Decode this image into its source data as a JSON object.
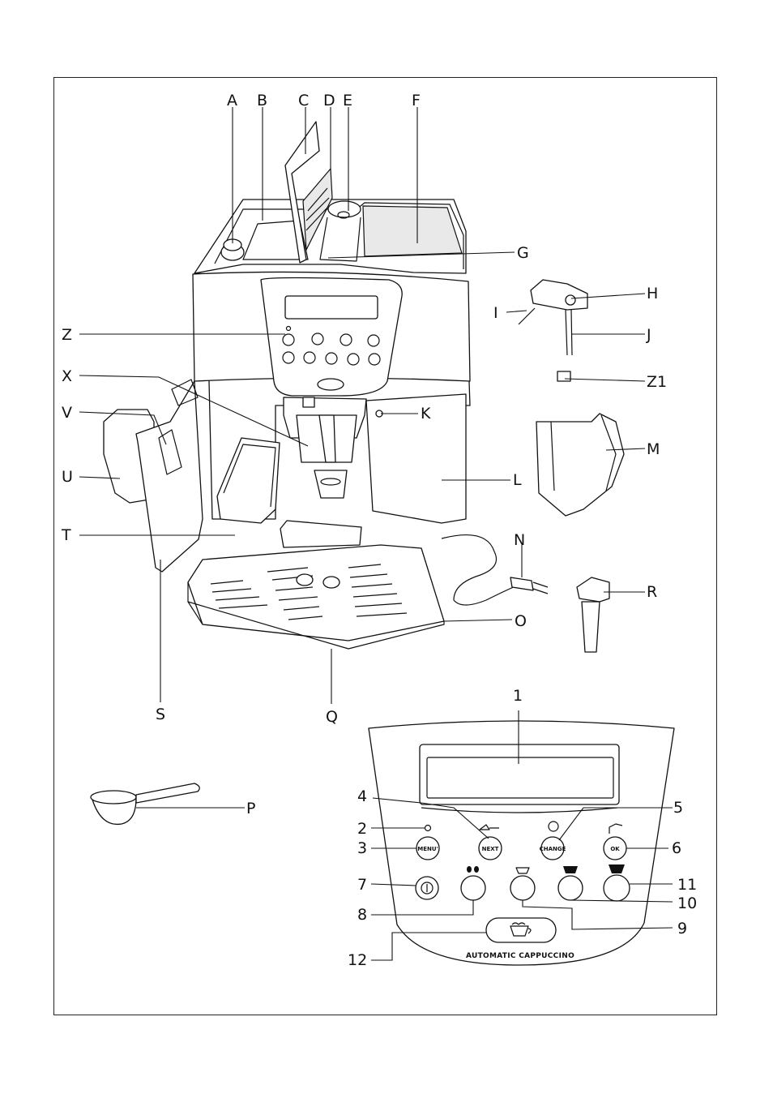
{
  "callouts": {
    "A": "A",
    "B": "B",
    "C": "C",
    "D": "D",
    "E": "E",
    "F": "F",
    "G": "G",
    "H": "H",
    "I": "I",
    "J": "J",
    "Z": "Z",
    "Z1": "Z1",
    "X": "X",
    "K": "K",
    "V": "V",
    "M": "M",
    "U": "U",
    "L": "L",
    "T": "T",
    "N": "N",
    "R": "R",
    "O": "O",
    "S": "S",
    "Q": "Q",
    "P": "P"
  },
  "panel_callouts": {
    "n1": "1",
    "n2": "2",
    "n3": "3",
    "n4": "4",
    "n5": "5",
    "n6": "6",
    "n7": "7",
    "n8": "8",
    "n9": "9",
    "n10": "10",
    "n11": "11",
    "n12": "12"
  },
  "buttons": {
    "menu": "MENU'",
    "next": "NEXT",
    "change": "CHANGE",
    "ok": "OK"
  },
  "brand_text": "AUTOMATIC CAPPUCCINO",
  "icons": [
    "power-icon",
    "beans-icon",
    "small-cup-icon",
    "medium-cup-icon",
    "large-cup-icon",
    "cappuccino-cup-icon",
    "milk-jug-icon",
    "steam-icon",
    "warning-led-icon"
  ]
}
